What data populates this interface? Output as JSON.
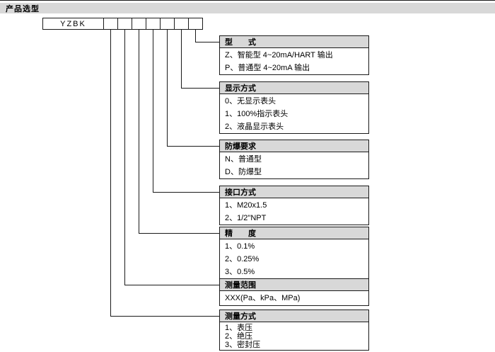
{
  "page": {
    "section_title": "产品选型",
    "model_prefix": "YZBK"
  },
  "groups": [
    {
      "title": "型　　式",
      "items": [
        "Z、智能型 4~20mA/HART 输出",
        "P、普通型 4~20mA 输出"
      ]
    },
    {
      "title": "显示方式",
      "items": [
        "0、无显示表头",
        "1、100%指示表头",
        "2、液晶显示表头"
      ]
    },
    {
      "title": "防爆要求",
      "items": [
        "N、普通型",
        "D、防爆型"
      ]
    },
    {
      "title": "接口方式",
      "items": [
        "1、M20x1.5",
        "2、1/2\"NPT"
      ]
    },
    {
      "title": "精　　度",
      "items": [
        "1、0.1%",
        "2、0.25%",
        "3、0.5%"
      ]
    },
    {
      "title": "测量范围",
      "items": [
        "XXX(Pa、kPa、MPa)"
      ]
    },
    {
      "title": "测量方式",
      "items": [
        "1、表压",
        "2、绝压",
        "3、密封压"
      ]
    }
  ]
}
